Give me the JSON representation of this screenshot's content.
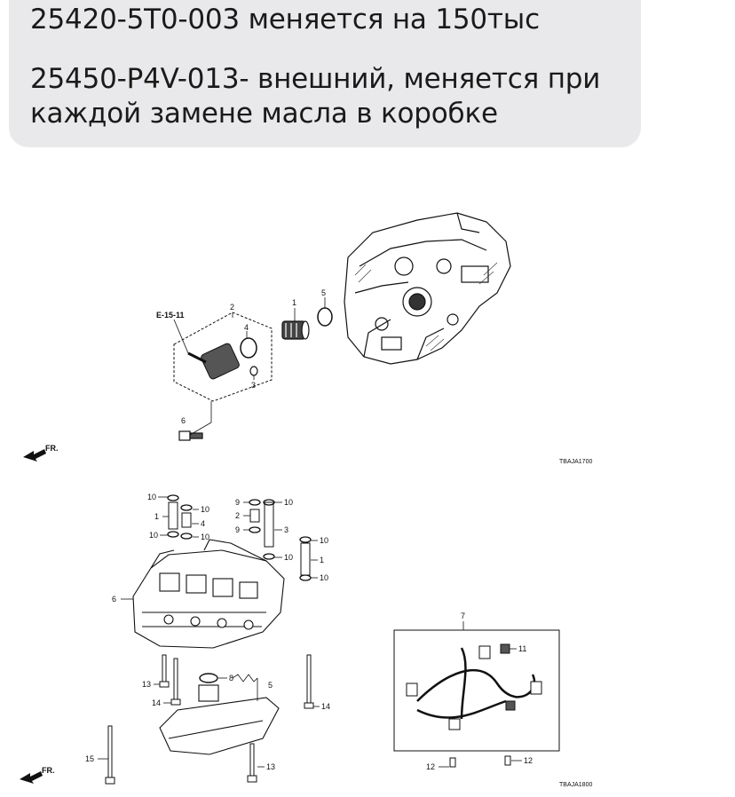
{
  "message": {
    "lines": [
      "25420-5T0-003 меняется на 150тыс",
      "25450-P4V-013- внешний, меняется при",
      "каждой замене масла в коробке"
    ]
  },
  "diagram_top": {
    "ref_label": "E-15-11",
    "fr_label": "FR.",
    "callouts": [
      "1",
      "2",
      "3",
      "4",
      "5",
      "6"
    ],
    "code": "TBAJA1700"
  },
  "diagram_bottom": {
    "fr_label": "FR.",
    "callouts_left": [
      "10",
      "1",
      "10",
      "4",
      "10",
      "10",
      "6",
      "13",
      "14",
      "15"
    ],
    "callouts_center": [
      "9",
      "2",
      "9",
      "10",
      "3",
      "10",
      "10",
      "1",
      "10",
      "8",
      "5",
      "14",
      "13"
    ],
    "callouts_right": [
      "7",
      "11",
      "12",
      "12"
    ],
    "code": "TBAJA1800"
  }
}
